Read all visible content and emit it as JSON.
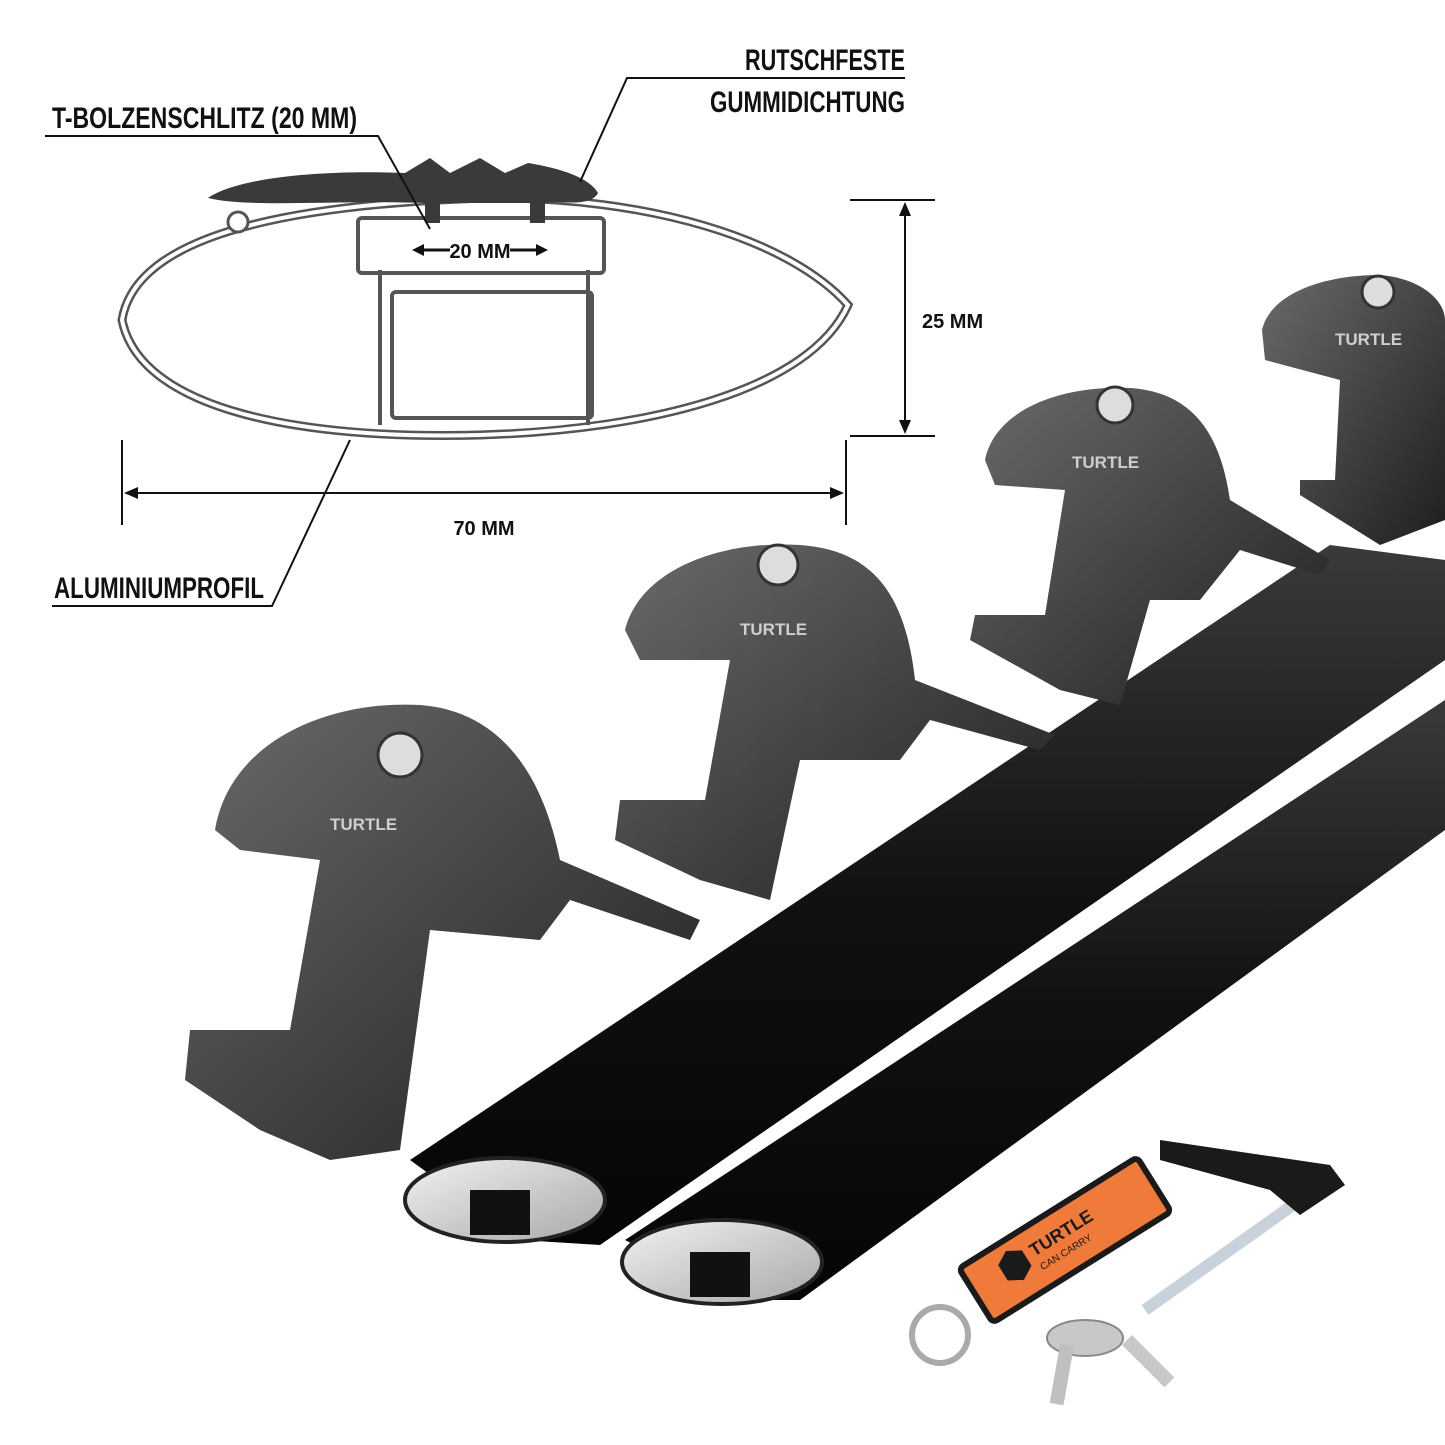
{
  "callouts": {
    "t_slot": "T-BOLZENSCHLITZ (20 MM)",
    "rubber_line1": "RUTSCHFESTE",
    "rubber_line2": "GUMMIDICHTUNG",
    "profile": "ALUMINIUMPROFIL"
  },
  "dimensions": {
    "slot_width": "20 MM",
    "height": "25 MM",
    "width": "70 MM"
  },
  "brand": {
    "foot_logo": "TURTLE",
    "tag_name": "TURTLE",
    "tag_tagline": "CAN CARRY"
  },
  "colors": {
    "tag_orange": "#f07a3a",
    "bar_black": "#141414",
    "outline_gray": "#555555"
  }
}
